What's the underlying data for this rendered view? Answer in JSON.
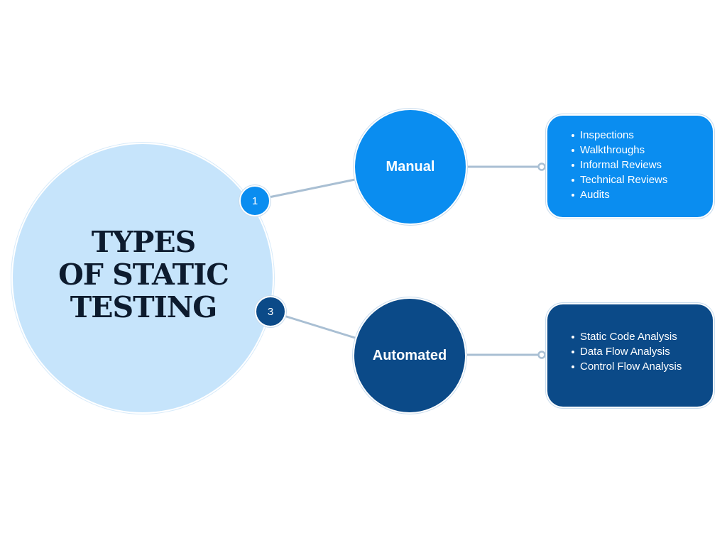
{
  "title_lines": [
    "TYPES",
    "OF STATIC",
    "TESTING"
  ],
  "branches": [
    {
      "badge": "1",
      "label": "Manual",
      "color": "#0a8df0",
      "items": [
        "Inspections",
        "Walkthroughs",
        "Informal Reviews",
        "Technical Reviews",
        "Audits"
      ]
    },
    {
      "badge": "3",
      "label": "Automated",
      "color": "#0b4a88",
      "items": [
        "Static Code Analysis",
        "Data Flow Analysis",
        "Control Flow Analysis"
      ]
    }
  ],
  "colors": {
    "main_circle": "#c6e4fb",
    "title_text": "#0d1b2e",
    "connector": "#a9bfd3"
  }
}
